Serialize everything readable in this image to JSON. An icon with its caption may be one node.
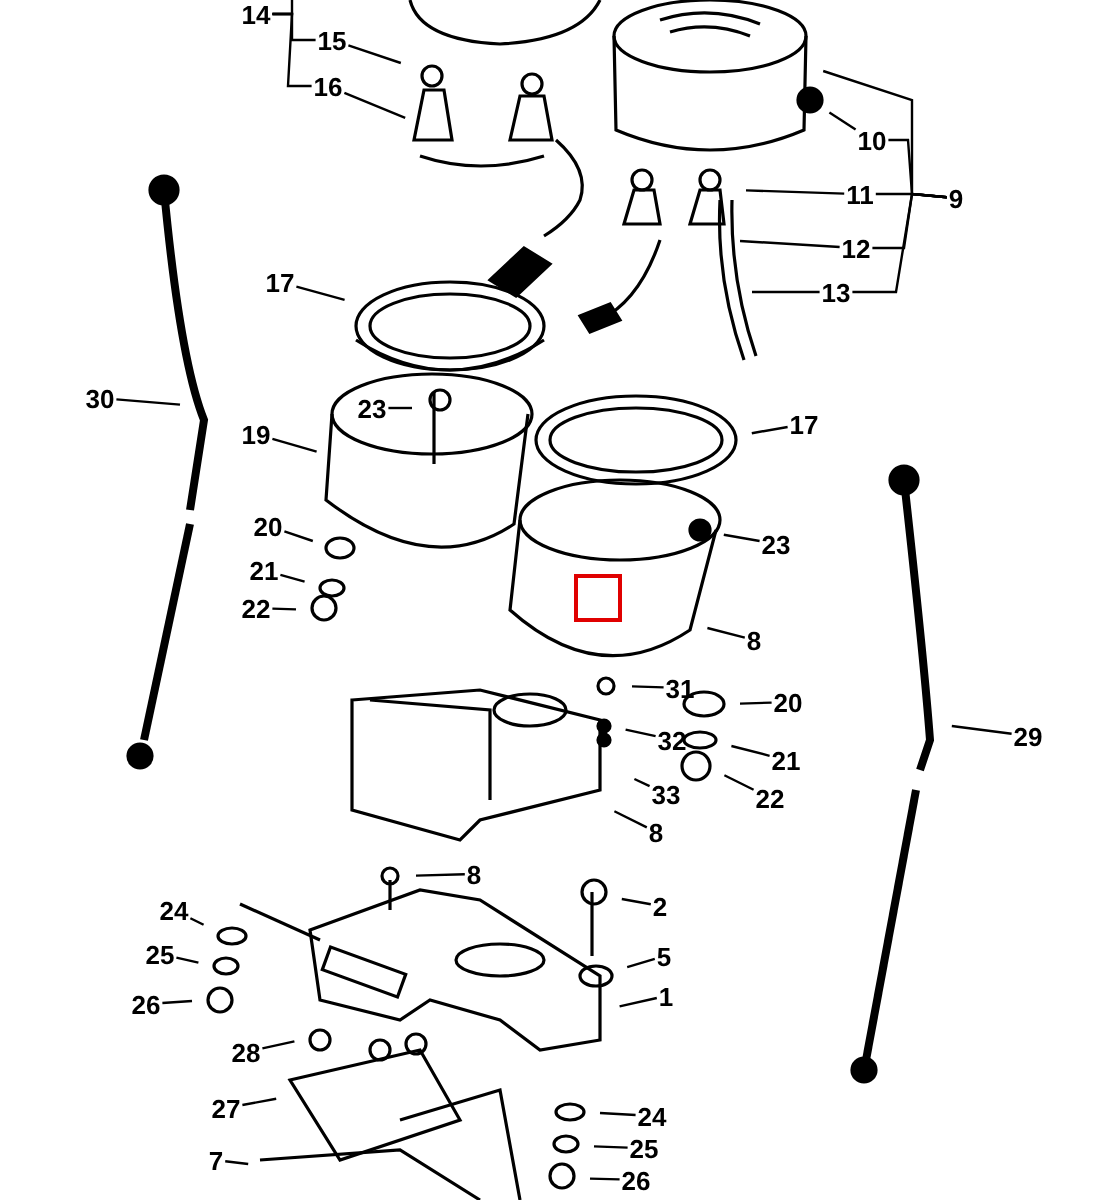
{
  "diagram": {
    "nodes": [
      {
        "text": [
          "14"
        ]
      },
      {
        "text": [
          "15"
        ]
      },
      {
        "text": [
          "16"
        ]
      },
      {
        "text": [
          "10"
        ]
      },
      {
        "text": [
          "11"
        ]
      },
      {
        "text": [
          "9"
        ]
      },
      {
        "text": [
          "12"
        ]
      },
      {
        "text": [
          "13"
        ]
      },
      {
        "text": [
          "17"
        ]
      },
      {
        "text": [
          "30"
        ]
      },
      {
        "text": [
          "19"
        ]
      },
      {
        "text": [
          "23"
        ]
      },
      {
        "text": [
          "17"
        ]
      },
      {
        "text": [
          "23"
        ]
      },
      {
        "text": [
          "20"
        ]
      },
      {
        "text": [
          "21"
        ]
      },
      {
        "text": [
          "22"
        ]
      },
      {
        "text": [
          "8"
        ]
      },
      {
        "text": [
          "31"
        ]
      },
      {
        "text": [
          "20"
        ]
      },
      {
        "text": [
          "32"
        ]
      },
      {
        "text": [
          "21"
        ]
      },
      {
        "text": [
          "33"
        ]
      },
      {
        "text": [
          "22"
        ]
      },
      {
        "text": [
          "8"
        ]
      },
      {
        "text": [
          "29"
        ]
      },
      {
        "text": [
          "8"
        ]
      },
      {
        "text": [
          "2"
        ]
      },
      {
        "text": [
          "5"
        ]
      },
      {
        "text": [
          "1"
        ]
      },
      {
        "text": [
          "24"
        ]
      },
      {
        "text": [
          "25"
        ]
      },
      {
        "text": [
          "26"
        ]
      },
      {
        "text": [
          "28"
        ]
      },
      {
        "text": [
          "27"
        ]
      },
      {
        "text": [
          "7"
        ]
      },
      {
        "text": [
          "24"
        ]
      },
      {
        "text": [
          "25"
        ]
      },
      {
        "text": [
          "26"
        ]
      }
    ],
    "edges": [
      {
        "from": 0,
        "to": null,
        "arrow": "none"
      },
      {
        "from": 0,
        "to": 1,
        "arrow": "none"
      },
      {
        "from": 0,
        "to": 2,
        "arrow": "none"
      },
      {
        "from": 1,
        "to": null,
        "arrow": "none"
      },
      {
        "from": 2,
        "to": null,
        "arrow": "none"
      },
      {
        "from": 3,
        "to": null,
        "arrow": "none"
      },
      {
        "from": 4,
        "to": null,
        "arrow": "none"
      },
      {
        "from": 5,
        "to": null,
        "arrow": "none"
      },
      {
        "from": 5,
        "to": 3,
        "arrow": "none"
      },
      {
        "from": 5,
        "to": 4,
        "arrow": "none"
      },
      {
        "from": 5,
        "to": 6,
        "arrow": "none"
      },
      {
        "from": 5,
        "to": 7,
        "arrow": "none"
      },
      {
        "from": 6,
        "to": null,
        "arrow": "none"
      },
      {
        "from": 7,
        "to": null,
        "arrow": "none"
      },
      {
        "from": 8,
        "to": null,
        "arrow": "none"
      },
      {
        "from": 9,
        "to": null,
        "arrow": "none"
      },
      {
        "from": 10,
        "to": null,
        "arrow": "none"
      },
      {
        "from": 11,
        "to": null,
        "arrow": "none"
      },
      {
        "from": 12,
        "to": null,
        "arrow": "none"
      },
      {
        "from": 13,
        "to": null,
        "arrow": "none"
      },
      {
        "from": 14,
        "to": null,
        "arrow": "none"
      },
      {
        "from": 15,
        "to": null,
        "arrow": "none"
      },
      {
        "from": 16,
        "to": null,
        "arrow": "none"
      },
      {
        "from": 17,
        "to": null,
        "arrow": "none"
      },
      {
        "from": 18,
        "to": null,
        "arrow": "none"
      },
      {
        "from": 19,
        "to": null,
        "arrow": "none"
      },
      {
        "from": 20,
        "to": null,
        "arrow": "none"
      },
      {
        "from": 21,
        "to": null,
        "arrow": "none"
      },
      {
        "from": 22,
        "to": null,
        "arrow": "none"
      },
      {
        "from": 23,
        "to": null,
        "arrow": "none"
      },
      {
        "from": 24,
        "to": null,
        "arrow": "none"
      },
      {
        "from": 25,
        "to": null,
        "arrow": "none"
      },
      {
        "from": 26,
        "to": null,
        "arrow": "none"
      },
      {
        "from": 27,
        "to": null,
        "arrow": "none"
      },
      {
        "from": 28,
        "to": null,
        "arrow": "none"
      },
      {
        "from": 29,
        "to": null,
        "arrow": "none"
      },
      {
        "from": 30,
        "to": null,
        "arrow": "none"
      },
      {
        "from": 31,
        "to": null,
        "arrow": "none"
      },
      {
        "from": 32,
        "to": null,
        "arrow": "none"
      },
      {
        "from": 33,
        "to": null,
        "arrow": "none"
      },
      {
        "from": 34,
        "to": null,
        "arrow": "none"
      },
      {
        "from": 35,
        "to": null,
        "arrow": "none"
      },
      {
        "from": 36,
        "to": null,
        "arrow": "none"
      },
      {
        "from": 37,
        "to": null,
        "arrow": "none"
      },
      {
        "from": 38,
        "to": null,
        "arrow": "none"
      }
    ]
  }
}
